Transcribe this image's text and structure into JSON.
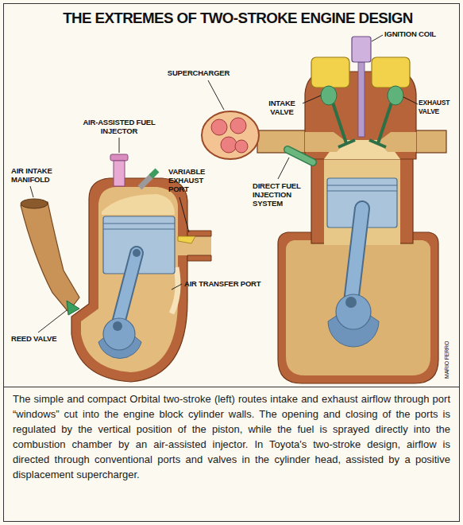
{
  "diagram": {
    "title": "THE EXTREMES OF TWO-STROKE ENGINE DESIGN",
    "caption": "The simple and compact Orbital two-stroke (left) routes intake and exhaust airflow through port “windows” cut into the engine block cylinder walls. The opening and closing of the ports is regulated by the vertical position of the piston, while the fuel is sprayed directly into the combustion chamber by an air-assisted injector. In Toyota's two-stroke design, airflow is directed through conventional ports and valves in the cylinder head, assisted by a positive displacement supercharger.",
    "labels": [
      "IGNITION COIL",
      "SUPERCHARGER",
      "INTAKE VALVE",
      "EXHAUST VALVE",
      "AIR-ASSISTED FUEL INJECTOR",
      "AIR INTAKE MANIFOLD",
      "VARIABLE EXHAUST PORT",
      "DIRECT FUEL INJECTION SYSTEM",
      "AIR TRANSFER PORT",
      "REED VALVE",
      "MARIO FERRO"
    ]
  }
}
